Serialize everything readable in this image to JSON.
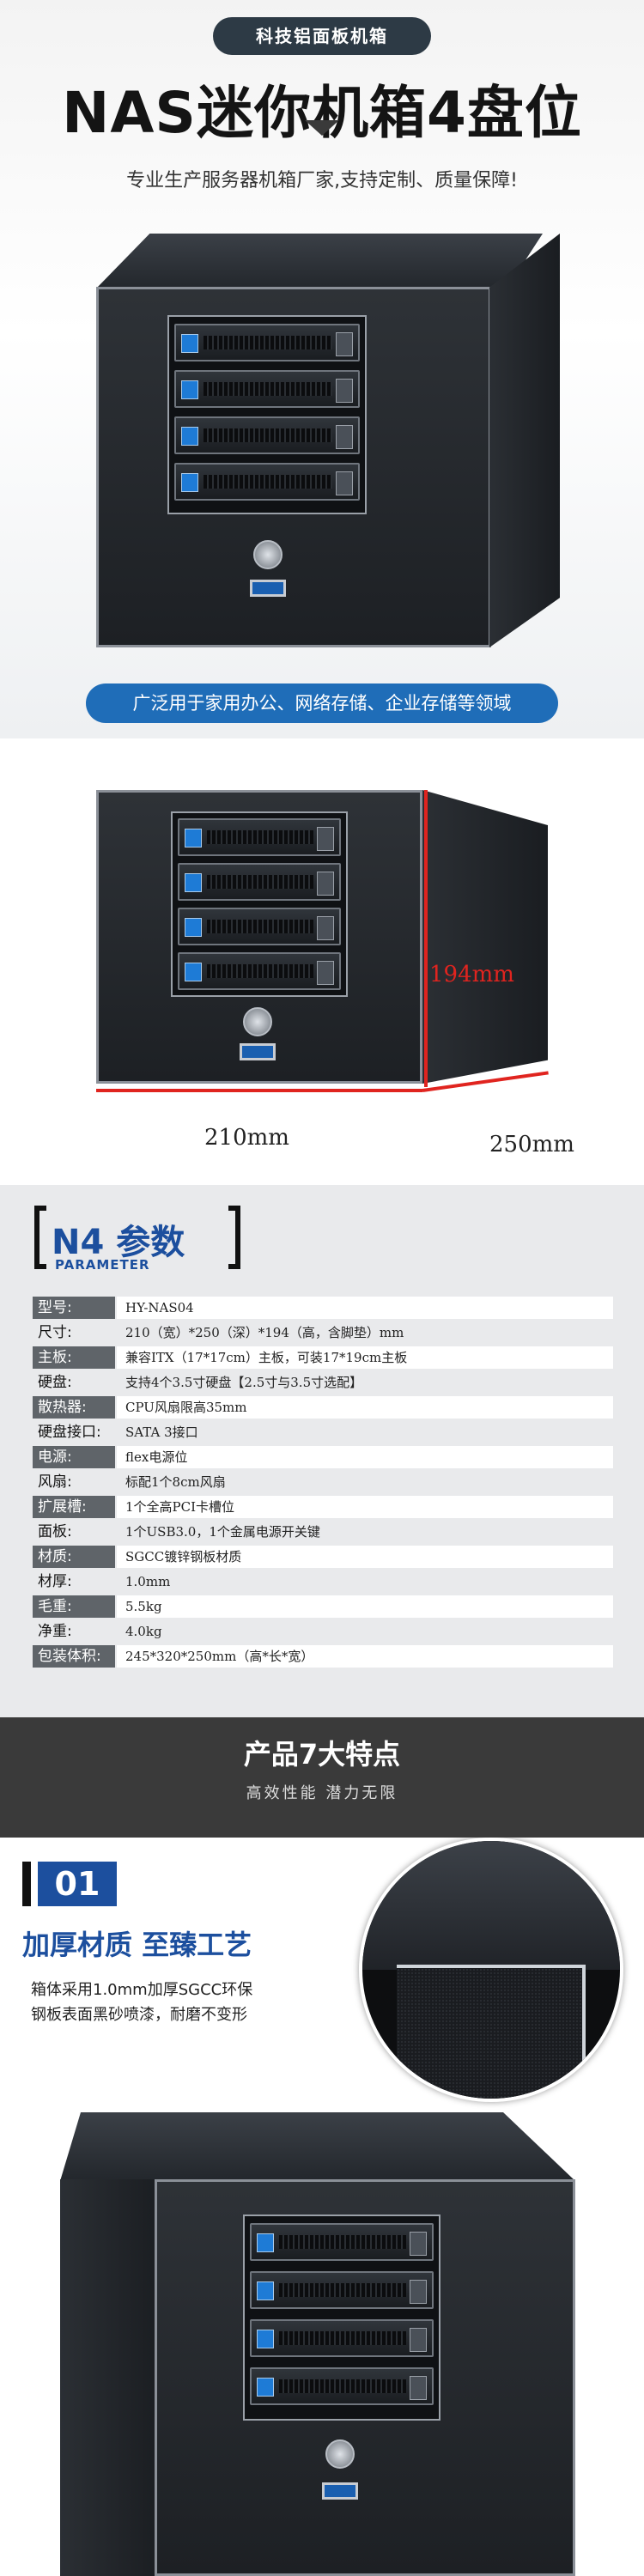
{
  "hero": {
    "badge": "科技铝面板机箱",
    "title": "NAS迷你机箱4盘位",
    "subtitle": "专业生产服务器机箱厂家,支持定制、质量保障!",
    "banner": "广泛用于家用办公、网络存储、企业存储等领域"
  },
  "dimensions": {
    "width_label": "210mm",
    "depth_label": "250mm",
    "height_label": "194mm"
  },
  "params": {
    "title": "N4 参数",
    "title_en": "PARAMETER",
    "rows": [
      {
        "label": "型号:",
        "value": "HY-NAS04"
      },
      {
        "label": "尺寸:",
        "value": "210（宽）*250（深）*194（高，含脚垫）mm"
      },
      {
        "label": "主板:",
        "value": "兼容ITX（17*17cm）主板，可装17*19cm主板"
      },
      {
        "label": "硬盘:",
        "value": "支持4个3.5寸硬盘【2.5寸与3.5寸选配】"
      },
      {
        "label": "散热器:",
        "value": "CPU风扇限高35mm"
      },
      {
        "label": "硬盘接口:",
        "value": "SATA 3接口"
      },
      {
        "label": "电源:",
        "value": "flex电源位"
      },
      {
        "label": "风扇:",
        "value": "标配1个8cm风扇"
      },
      {
        "label": "扩展槽:",
        "value": "1个全高PCI卡槽位"
      },
      {
        "label": "面板:",
        "value": "1个USB3.0，1个金属电源开关键"
      },
      {
        "label": "材质:",
        "value": "SGCC镀锌钢板材质"
      },
      {
        "label": "材厚:",
        "value": "1.0mm"
      },
      {
        "label": "毛重:",
        "value": "5.5kg"
      },
      {
        "label": "净重:",
        "value": "4.0kg"
      },
      {
        "label": "包装体积:",
        "value": "245*320*250mm（高*长*宽）"
      }
    ]
  },
  "features": {
    "title": "产品7大特点",
    "subtitle": "高效性能  潜力无限"
  },
  "feature01": {
    "number": "01",
    "heading": "加厚材质  至臻工艺",
    "desc_line1": "箱体采用1.0mm加厚SGCC环保",
    "desc_line2": "钢板表面黑砂喷漆，耐磨不变形"
  }
}
